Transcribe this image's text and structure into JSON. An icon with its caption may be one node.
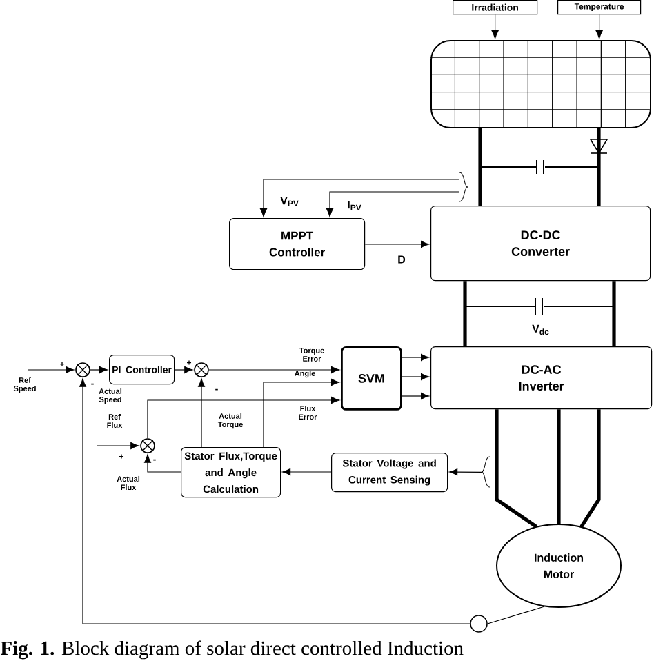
{
  "diagram": {
    "caption": "**Fig. 1.** Block diagram of solar direct controlled Induction",
    "nodes": [
      {
        "text": [
          "Irradiation"
        ]
      },
      {
        "text": [
          "Temperature"
        ]
      },
      {
        "text": [],
        "shape": "box"
      },
      {
        "text": [
          "MPPT Controller"
        ]
      },
      {
        "text": [
          "DC-DC Converter"
        ]
      },
      {
        "text": [
          "DC-AC Inverter"
        ]
      },
      {
        "text": [
          "SVM"
        ]
      },
      {
        "text": [
          "PI Controller"
        ]
      },
      {
        "text": [],
        "shape": "circle"
      },
      {
        "text": [],
        "shape": "circle"
      },
      {
        "text": [],
        "shape": "circle"
      },
      {
        "text": [
          "Stator Flux,Torque and Angle Calculation"
        ]
      },
      {
        "text": [
          "Stator Voltage and Current Sensing"
        ]
      },
      {
        "text": [
          "Induction Motor"
        ]
      },
      {
        "text": [],
        "shape": "circle"
      },
      {
        "text": [],
        "shape": "bracket"
      },
      {
        "text": [],
        "shape": "bracket"
      }
    ],
    "edges": [
      {
        "from": 0,
        "to": 2,
        "arrow": "to"
      },
      {
        "from": 1,
        "to": 2,
        "arrow": "to"
      },
      {
        "from": 2,
        "to": 4,
        "arrow": "none",
        "style": "thick"
      },
      {
        "from": 2,
        "to": 4,
        "arrow": "none",
        "style": "thick"
      },
      {
        "from": 15,
        "to": 3,
        "arrow": "to",
        "label": "V$_{PV}$"
      },
      {
        "from": 15,
        "to": 3,
        "arrow": "to",
        "label": "I$_{PV}$"
      },
      {
        "from": 3,
        "to": 4,
        "arrow": "to",
        "label": "D"
      },
      {
        "from": 4,
        "to": 5,
        "arrow": "none",
        "style": "thick"
      },
      {
        "from": 4,
        "to": 5,
        "arrow": "none",
        "style": "thick"
      },
      {
        "from": 6,
        "to": 5,
        "arrow": "to"
      },
      {
        "from": 6,
        "to": 5,
        "arrow": "to"
      },
      {
        "from": 6,
        "to": 5,
        "arrow": "to"
      },
      {
        "from": 5,
        "to": 13,
        "arrow": "none",
        "style": "thick"
      },
      {
        "from": 5,
        "to": 13,
        "arrow": "none",
        "style": "thick"
      },
      {
        "from": 5,
        "to": 13,
        "arrow": "none",
        "style": "thick"
      },
      {
        "from": null,
        "to": 8,
        "arrow": "to",
        "label": "Ref Speed"
      },
      {
        "from": 8,
        "to": 7,
        "arrow": "to"
      },
      {
        "from": 7,
        "to": 9,
        "arrow": "to"
      },
      {
        "from": 9,
        "to": 6,
        "arrow": "to",
        "label": "Torque Error"
      },
      {
        "from": 11,
        "to": 6,
        "arrow": "to",
        "label": "Angle"
      },
      {
        "from": 10,
        "to": 6,
        "arrow": "to",
        "label": "Flux Error"
      },
      {
        "from": 11,
        "to": 9,
        "arrow": "to",
        "label": "Actual Torque"
      },
      {
        "from": null,
        "to": 10,
        "arrow": "to",
        "label": "Ref Flux"
      },
      {
        "from": 11,
        "to": 10,
        "arrow": "to",
        "label": "Actual Flux"
      },
      {
        "from": 12,
        "to": 11,
        "arrow": "to"
      },
      {
        "from": 16,
        "to": 12,
        "arrow": "to"
      },
      {
        "from": 13,
        "to": 14,
        "arrow": "none"
      },
      {
        "from": 14,
        "to": 8,
        "arrow": "to",
        "label": "Actual Speed"
      }
    ],
    "labels": [
      "V$_{dc}$",
      "+",
      "-",
      "+",
      "-",
      "+",
      "-"
    ]
  }
}
